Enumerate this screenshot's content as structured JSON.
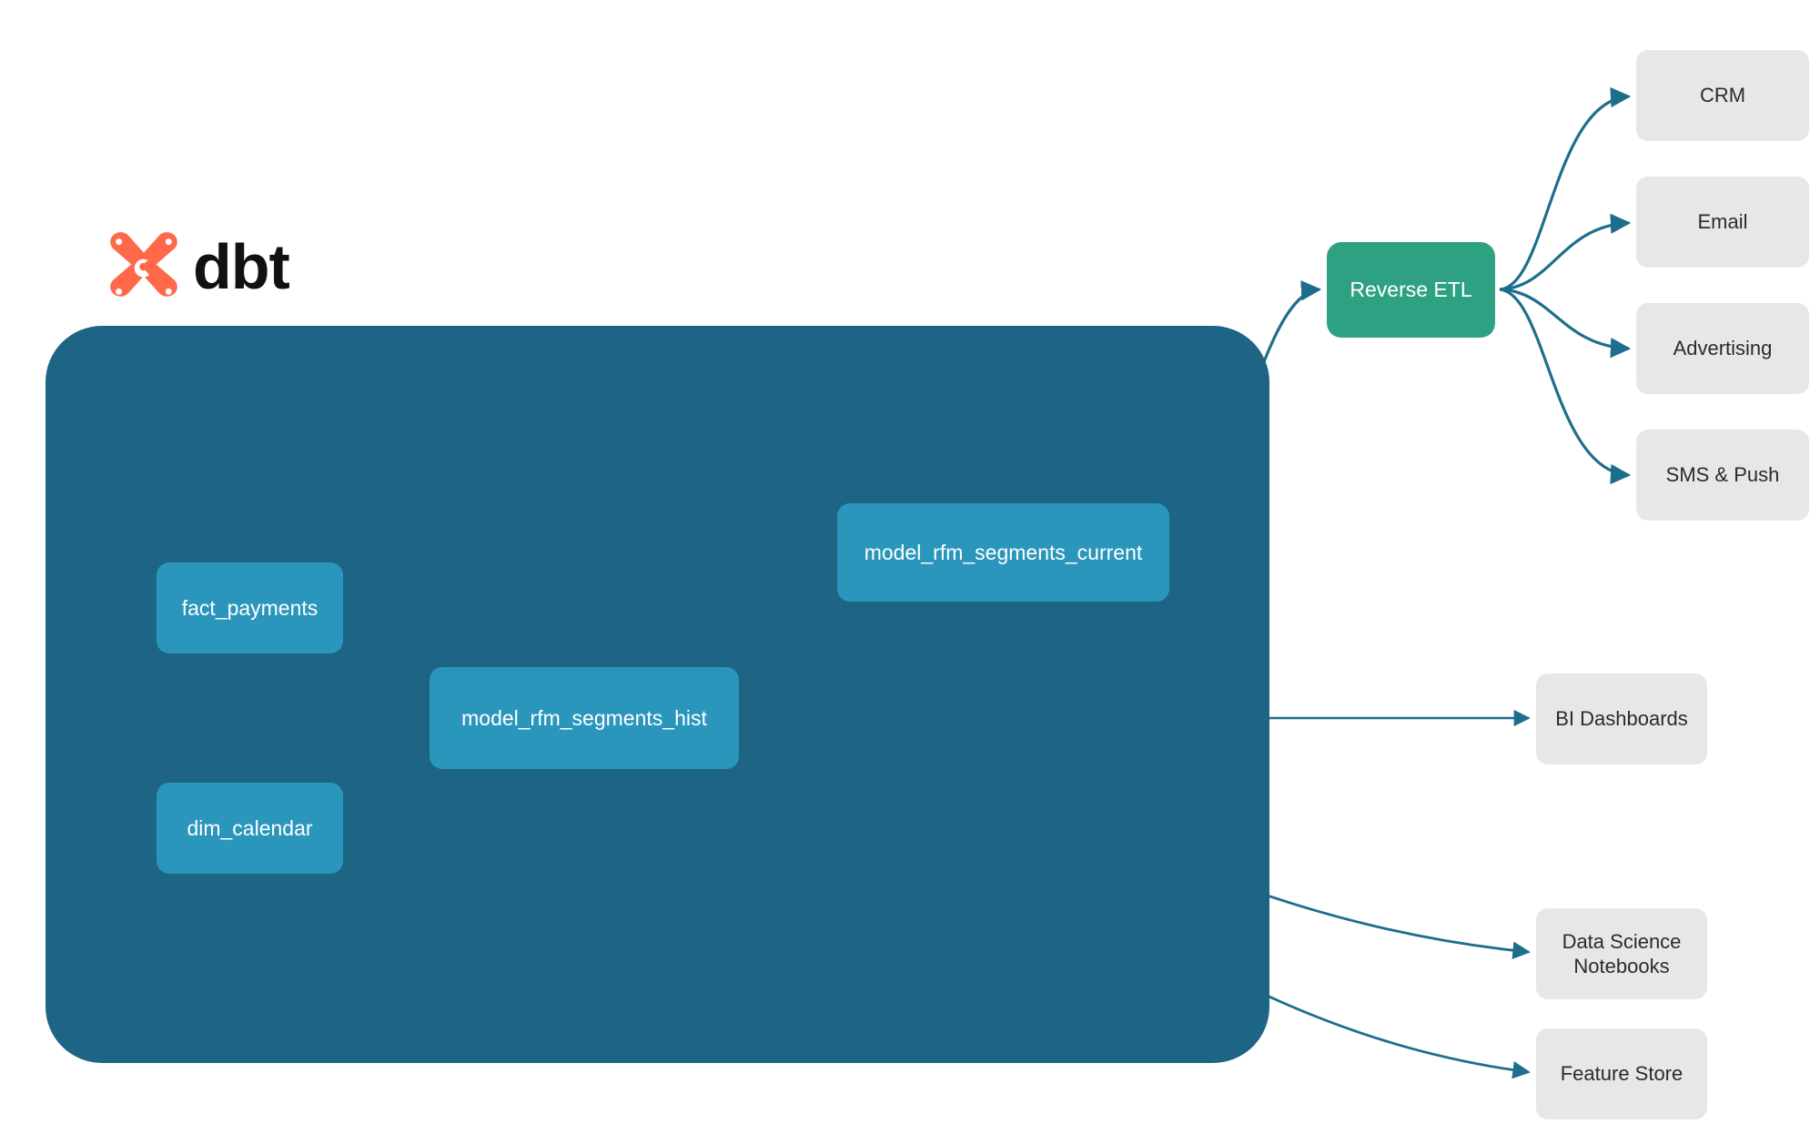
{
  "brand": {
    "wordmark": "dbt",
    "logo_icon": "dbt-logo-icon",
    "logo_color": "#FF694A"
  },
  "colors": {
    "project_container": "#1E6485",
    "model_node": "#2A96BC",
    "tool_node": "#2FA183",
    "destination_node": "#E7E7E7",
    "edge_external": "#1D6E8C",
    "edge_internal": "#2E8FAF",
    "canvas": "#FFFFFF"
  },
  "diagram": {
    "type": "lineage-flow",
    "project_container_label": "",
    "models": [
      {
        "id": "fact_payments",
        "label": "fact_payments"
      },
      {
        "id": "dim_calendar",
        "label": "dim_calendar"
      },
      {
        "id": "model_rfm_segments_hist",
        "label": "model_rfm_segments_hist"
      },
      {
        "id": "model_rfm_segments_current",
        "label": "model_rfm_segments_current"
      }
    ],
    "tools": [
      {
        "id": "reverse_etl",
        "label": "Reverse ETL"
      }
    ],
    "destinations": [
      {
        "id": "crm",
        "label": "CRM"
      },
      {
        "id": "email",
        "label": "Email"
      },
      {
        "id": "advertising",
        "label": "Advertising"
      },
      {
        "id": "sms_push",
        "label": "SMS & Push"
      },
      {
        "id": "bi_dashboards",
        "label": "BI Dashboards"
      },
      {
        "id": "ds_notebooks",
        "label": "Data Science\nNotebooks",
        "label_line1": "Data Science",
        "label_line2": "Notebooks"
      },
      {
        "id": "feature_store",
        "label": "Feature Store"
      }
    ],
    "edges": [
      {
        "from": "fact_payments",
        "to": "model_rfm_segments_hist",
        "style": "internal"
      },
      {
        "from": "dim_calendar",
        "to": "model_rfm_segments_hist",
        "style": "internal"
      },
      {
        "from": "model_rfm_segments_hist",
        "to": "model_rfm_segments_current",
        "style": "internal"
      },
      {
        "from": "model_rfm_segments_current",
        "to": "reverse_etl",
        "style": "external"
      },
      {
        "from": "reverse_etl",
        "to": "crm",
        "style": "external"
      },
      {
        "from": "reverse_etl",
        "to": "email",
        "style": "external"
      },
      {
        "from": "reverse_etl",
        "to": "advertising",
        "style": "external"
      },
      {
        "from": "reverse_etl",
        "to": "sms_push",
        "style": "external"
      },
      {
        "from": "model_rfm_segments_hist",
        "to": "bi_dashboards",
        "style": "external"
      },
      {
        "from": "model_rfm_segments_hist",
        "to": "ds_notebooks",
        "style": "external"
      },
      {
        "from": "model_rfm_segments_hist",
        "to": "feature_store",
        "style": "external"
      }
    ]
  }
}
